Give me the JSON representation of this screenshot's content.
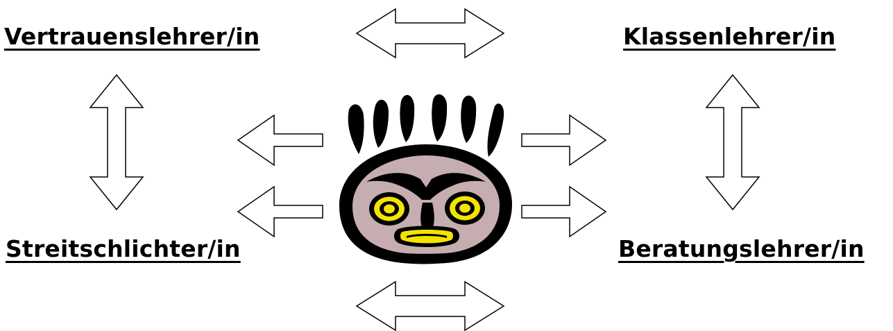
{
  "roles": {
    "top_left": "Vertrauenslehrer/in",
    "top_right": "Klassenlehrer/in",
    "bottom_left": "Streitschlichter/in",
    "bottom_right": "Beratungslehrer/in"
  },
  "colors": {
    "arrow_stroke": "#000000",
    "arrow_fill": "#ffffff",
    "face_skin": "#c6aeb0",
    "face_outline": "#000000",
    "eye_yellow": "#f2e400"
  },
  "icons": {
    "center": "tribal-mask-face-icon",
    "connectors": "double-and-single-block-arrows"
  }
}
